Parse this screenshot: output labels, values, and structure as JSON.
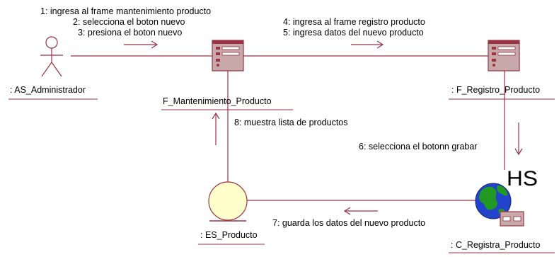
{
  "colors": {
    "link": "#993344",
    "form_fill": "#c8a9a9",
    "entity_fill": "#ffffcc",
    "globe_water": "#2244cc",
    "globe_land": "#229922"
  },
  "objects": {
    "actor": {
      "name": ": AS_Administrador",
      "icon": "actor-stick-figure-icon"
    },
    "mantenimiento": {
      "name": "F_Mantenimiento_Producto",
      "icon": "boundary-form-icon"
    },
    "registro": {
      "name": ": F_Registro_Producto",
      "icon": "boundary-form-icon"
    },
    "entity": {
      "name": ": ES_Producto",
      "icon": "entity-circle-icon"
    },
    "control": {
      "name": ": C_Registra_Producto",
      "icon": "control-globe-icon",
      "badge": "HS"
    }
  },
  "messages": [
    {
      "text": "1: ingresa al frame mantenimiento producto"
    },
    {
      "text": "2: selecciona  el boton nuevo"
    },
    {
      "text": "3: presiona el boton nuevo"
    },
    {
      "text": "4: ingresa al frame registro producto"
    },
    {
      "text": "5: ingresa datos del nuevo producto"
    },
    {
      "text": "6: selecciona el botonn grabar"
    },
    {
      "text": "7: guarda los datos del nuevo producto"
    },
    {
      "text": "8: muestra lista de productos"
    }
  ]
}
